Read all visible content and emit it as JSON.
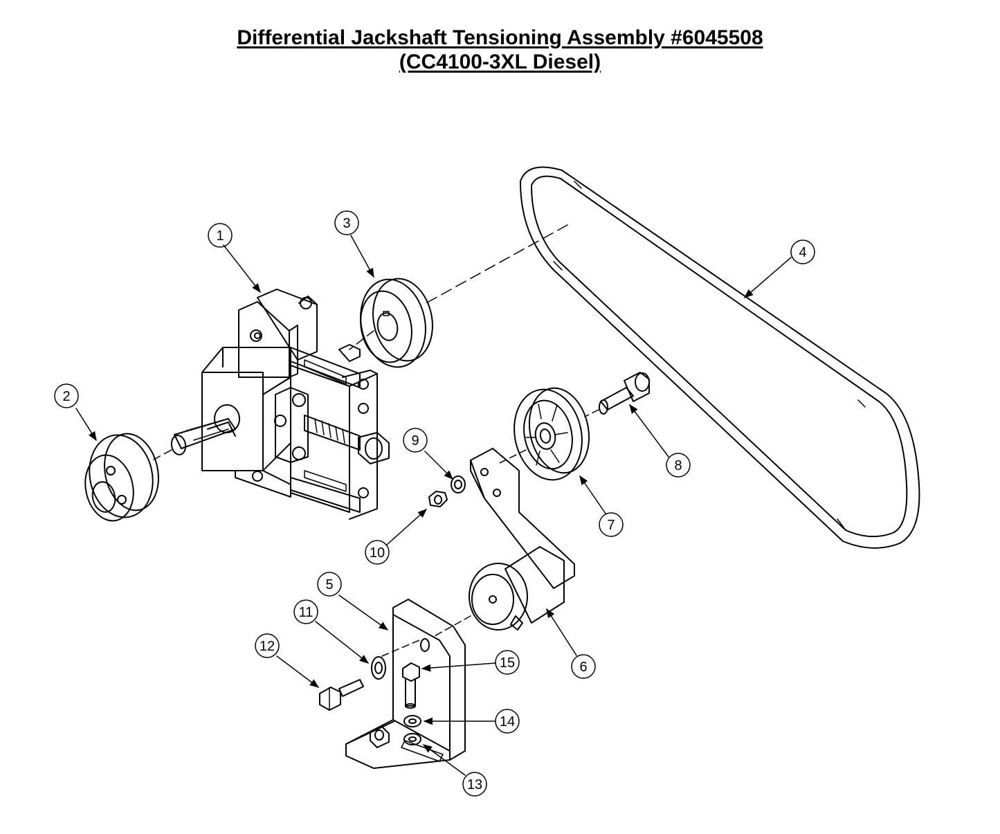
{
  "title": {
    "line1": "Differential Jackshaft Tensioning Assembly #6045508",
    "line2": "(CC4100-3XL Diesel)"
  },
  "callouts": [
    "1",
    "2",
    "3",
    "4",
    "5",
    "6",
    "7",
    "8",
    "9",
    "10",
    "11",
    "12",
    "13",
    "14",
    "15"
  ]
}
